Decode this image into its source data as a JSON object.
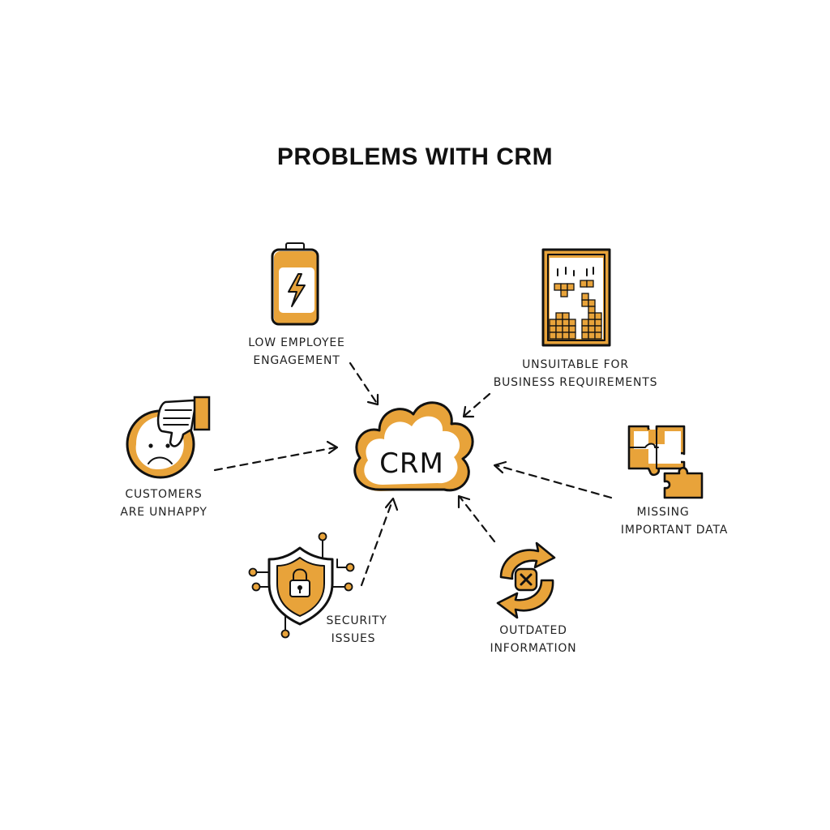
{
  "title": "PROBLEMS WITH CRM",
  "accent_color": "#E8A33A",
  "hub": {
    "label": "CRM",
    "icon": "cloud-icon"
  },
  "nodes": {
    "low_employee_engagement": {
      "line1": "LOW EMPLOYEE",
      "line2": "ENGAGEMENT",
      "icon": "battery-icon"
    },
    "unsuitable": {
      "line1": "UNSUITABLE FOR",
      "line2": "BUSINESS REQUIREMENTS",
      "icon": "tetris-icon"
    },
    "customers_unhappy": {
      "line1": "CUSTOMERS",
      "line2": "ARE UNHAPPY",
      "icon": "sad-thumbs-down-icon"
    },
    "missing_data": {
      "line1": "MISSING",
      "line2": "IMPORTANT DATA",
      "icon": "puzzle-icon"
    },
    "security_issues": {
      "line1": "SECURITY",
      "line2": "ISSUES",
      "icon": "shield-lock-icon"
    },
    "outdated_information": {
      "line1": "OUTDATED",
      "line2": "INFORMATION",
      "icon": "sync-error-icon"
    }
  }
}
